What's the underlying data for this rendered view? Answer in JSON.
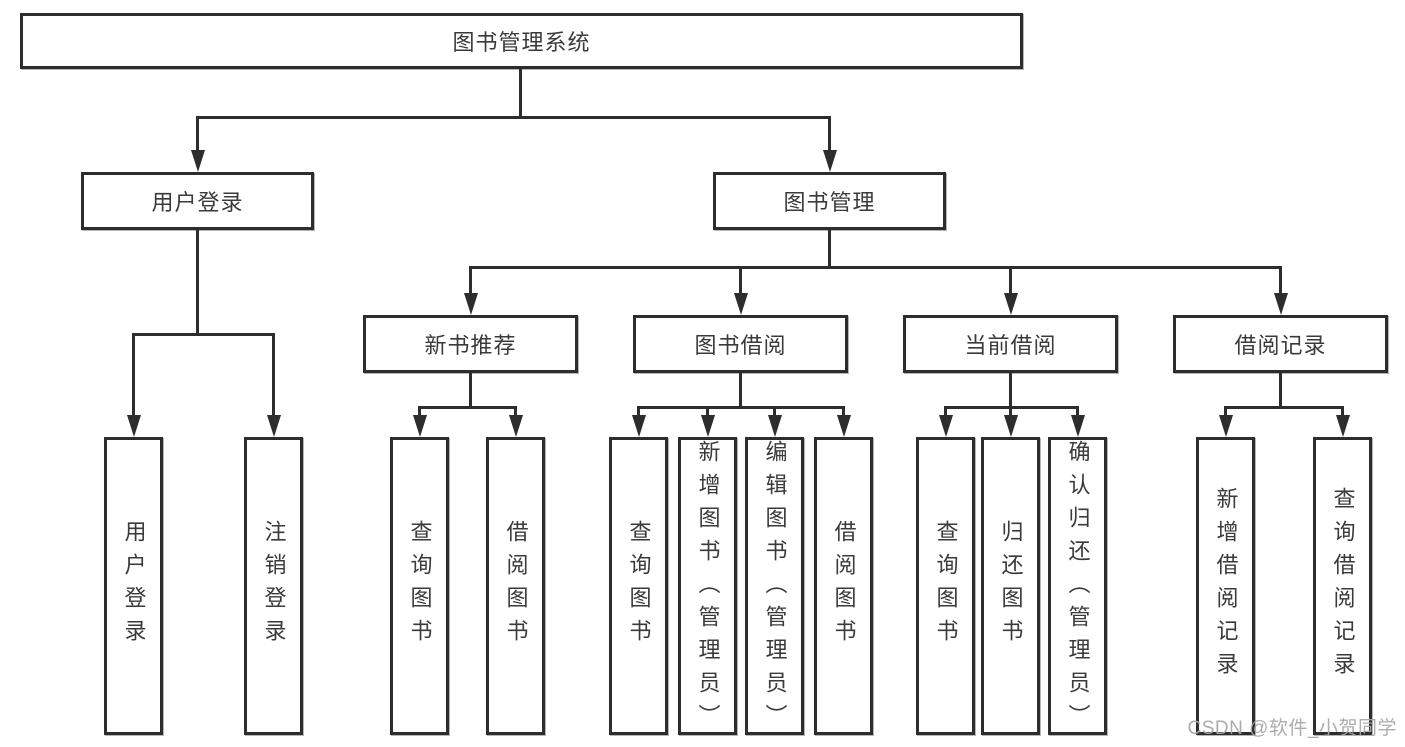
{
  "watermark": {
    "text": "CSDN @软件_小贺同学"
  },
  "colors": {
    "line": "#2d2d2d",
    "text": "#3a3a3a",
    "background": "#ffffff",
    "watermark": "#a8a8aa"
  },
  "tree": {
    "root": {
      "label": "图书管理系统",
      "children": [
        {
          "label": "用户登录",
          "children": [
            {
              "label": "用户登录"
            },
            {
              "label": "注销登录"
            }
          ]
        },
        {
          "label": "图书管理",
          "children": [
            {
              "label": "新书推荐",
              "children": [
                {
                  "label": "查询图书"
                },
                {
                  "label": "借阅图书"
                }
              ]
            },
            {
              "label": "图书借阅",
              "children": [
                {
                  "label": "查询图书"
                },
                {
                  "label": "新增图书（管理员）"
                },
                {
                  "label": "编辑图书（管理员）"
                },
                {
                  "label": "借阅图书"
                }
              ]
            },
            {
              "label": "当前借阅",
              "children": [
                {
                  "label": "查询图书"
                },
                {
                  "label": "归还图书"
                },
                {
                  "label": "确认归还（管理员）"
                }
              ]
            },
            {
              "label": "借阅记录",
              "children": [
                {
                  "label": "新增借阅记录"
                },
                {
                  "label": "查询借阅记录"
                }
              ]
            }
          ]
        }
      ]
    }
  }
}
